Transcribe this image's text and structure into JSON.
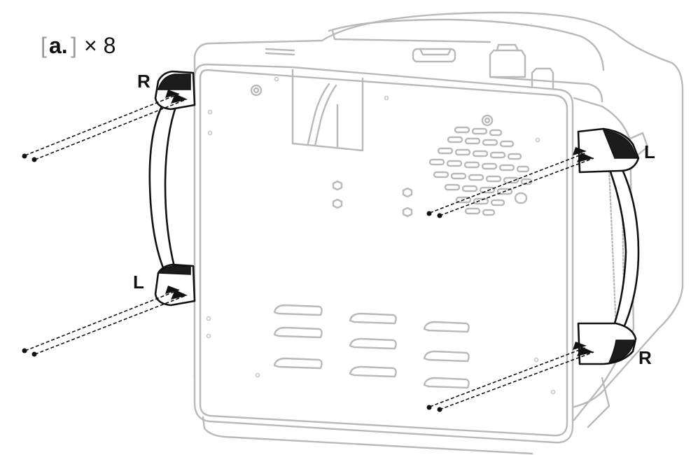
{
  "hardware_callout": {
    "bracket_open": "[",
    "part_id": "a.",
    "bracket_close": "]",
    "quantity": "× 8"
  },
  "handle_labels": {
    "left_handle_top": "R",
    "left_handle_bottom": "L",
    "right_handle_top": "L",
    "right_handle_bottom": "R"
  },
  "colors": {
    "ink": "#111111",
    "ghost_outline": "#b9b9b9",
    "background": "#ffffff"
  }
}
